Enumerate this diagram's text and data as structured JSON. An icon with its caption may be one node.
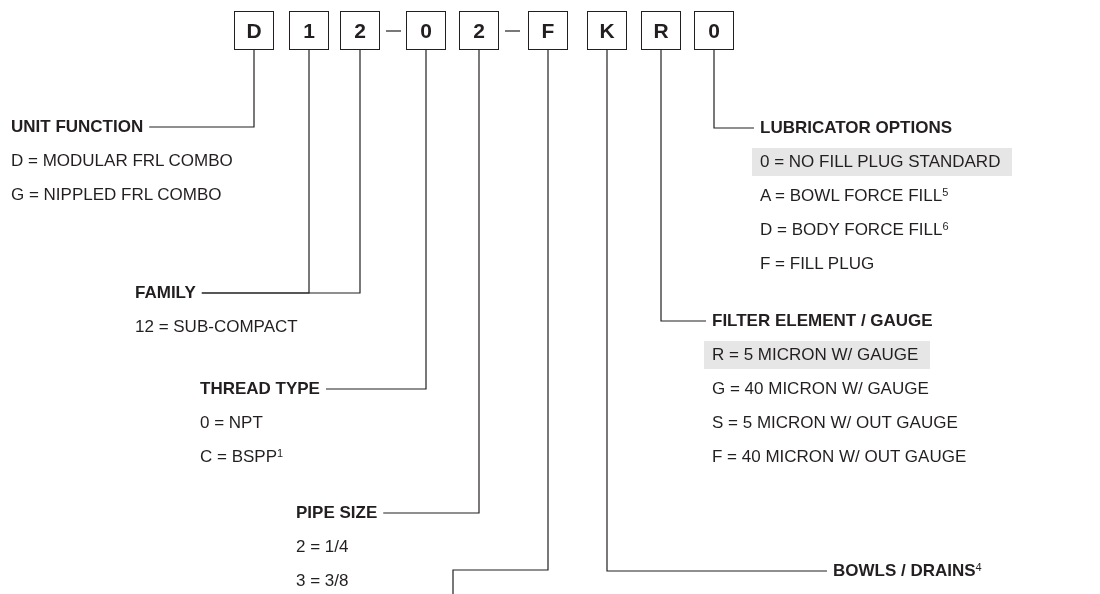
{
  "diagram": {
    "nodes": [
      {
        "text": [
          "D"
        ]
      },
      {
        "text": [
          "1"
        ]
      },
      {
        "text": [
          "2"
        ]
      },
      {
        "text": [
          "0"
        ]
      },
      {
        "text": [
          "2"
        ]
      },
      {
        "text": [
          "F"
        ]
      },
      {
        "text": [
          "K"
        ]
      },
      {
        "text": [
          "R"
        ]
      },
      {
        "text": [
          "0"
        ]
      },
      {
        "text": [
          "UNIT FUNCTION"
        ],
        "beside": [
          "D = MODULAR FRL COMBO",
          "G = NIPPLED FRL COMBO"
        ]
      },
      {
        "text": [
          "LUBRICATOR OPTIONS"
        ],
        "beside": [
          "0 = NO FILL PLUG STANDARD",
          "A = BOWL FORCE FILL$^{5}$",
          "D = BODY FORCE FILL$^{6}$",
          "F = FILL PLUG"
        ]
      },
      {
        "text": [
          "FAMILY"
        ],
        "beside": [
          "12 = SUB-COMPACT"
        ]
      },
      {
        "text": [
          "FILTER ELEMENT / GAUGE"
        ],
        "beside": [
          "R = 5 MICRON W/ GAUGE",
          "G = 40 MICRON W/ GAUGE",
          "S = 5 MICRON W/ OUT GAUGE",
          "F = 40 MICRON W/ OUT GAUGE"
        ]
      },
      {
        "text": [
          "THREAD TYPE"
        ],
        "beside": [
          "0 = NPT",
          "C = BSPP$^{1}$"
        ]
      },
      {
        "text": [
          "PIPE SIZE"
        ],
        "beside": [
          "2 = 1/4",
          "3 = 3/8"
        ]
      },
      {
        "text": [
          "BOWLS / DRAINS$^{4}$"
        ]
      }
    ],
    "edges": [
      {
        "from": 0,
        "to": 9,
        "arrow": "none"
      },
      {
        "from": 1,
        "to": 11,
        "arrow": "none"
      },
      {
        "from": 2,
        "to": 11,
        "arrow": "none"
      },
      {
        "from": 3,
        "to": 13,
        "arrow": "none"
      },
      {
        "from": 4,
        "to": 14,
        "arrow": "none"
      },
      {
        "from": 5,
        "to": null,
        "arrow": "none"
      },
      {
        "from": 6,
        "to": 15,
        "arrow": "none"
      },
      {
        "from": 7,
        "to": 12,
        "arrow": "none"
      },
      {
        "from": 8,
        "to": 10,
        "arrow": "none"
      }
    ]
  }
}
